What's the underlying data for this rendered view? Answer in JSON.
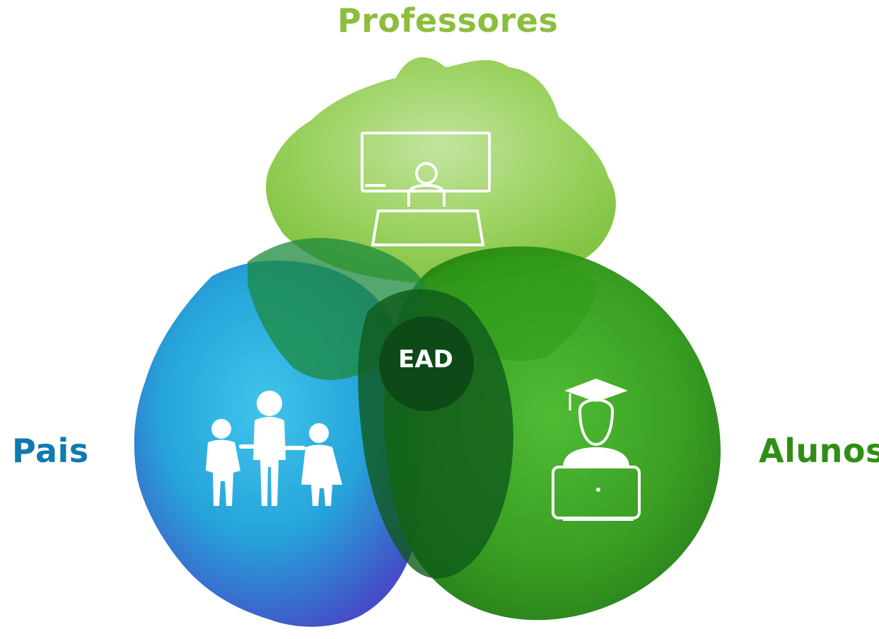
{
  "diagram": {
    "title": "",
    "center": "EAD",
    "groups": [
      {
        "key": "professores",
        "label": "Professores",
        "icon": "teacher-screen-icon"
      },
      {
        "key": "pais",
        "label": "Pais",
        "icon": "family-icon"
      },
      {
        "key": "alunos",
        "label": "Alunos",
        "icon": "graduate-laptop-icon"
      }
    ]
  },
  "colors": {
    "professores": "#8cbe3c",
    "pais": "#0f7ab0",
    "alunos": "#2f8f14",
    "center": "#0d4a18"
  }
}
